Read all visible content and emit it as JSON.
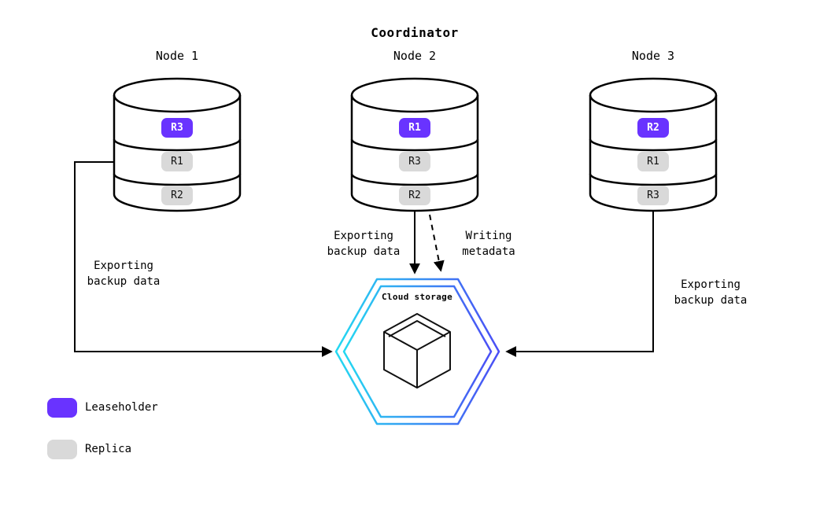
{
  "title": "Coordinator",
  "nodes": [
    {
      "label": "Node 1",
      "replicas": [
        {
          "label": "R3",
          "role": "leaseholder"
        },
        {
          "label": "R1",
          "role": "replica"
        },
        {
          "label": "R2",
          "role": "replica"
        }
      ]
    },
    {
      "label": "Node 2",
      "replicas": [
        {
          "label": "R1",
          "role": "leaseholder"
        },
        {
          "label": "R3",
          "role": "replica"
        },
        {
          "label": "R2",
          "role": "replica"
        }
      ]
    },
    {
      "label": "Node 3",
      "replicas": [
        {
          "label": "R2",
          "role": "leaseholder"
        },
        {
          "label": "R1",
          "role": "replica"
        },
        {
          "label": "R3",
          "role": "replica"
        }
      ]
    }
  ],
  "edges": {
    "node1_export": "Exporting\nbackup data",
    "node2_export": "Exporting\nbackup data",
    "node2_metadata": "Writing\nmetadata",
    "node3_export": "Exporting\nbackup data"
  },
  "cloud_storage": {
    "label": "Cloud storage"
  },
  "legend": [
    {
      "label": "Leaseholder",
      "role": "leaseholder",
      "color": "#6933ff"
    },
    {
      "label": "Replica",
      "role": "replica",
      "color": "#d9d9d9"
    }
  ],
  "colors": {
    "leaseholder": "#6933ff",
    "replica": "#d9d9d9",
    "hex-gradient-start": "#24d9f1",
    "hex-gradient-end": "#4b4ef5",
    "line": "#000000"
  }
}
